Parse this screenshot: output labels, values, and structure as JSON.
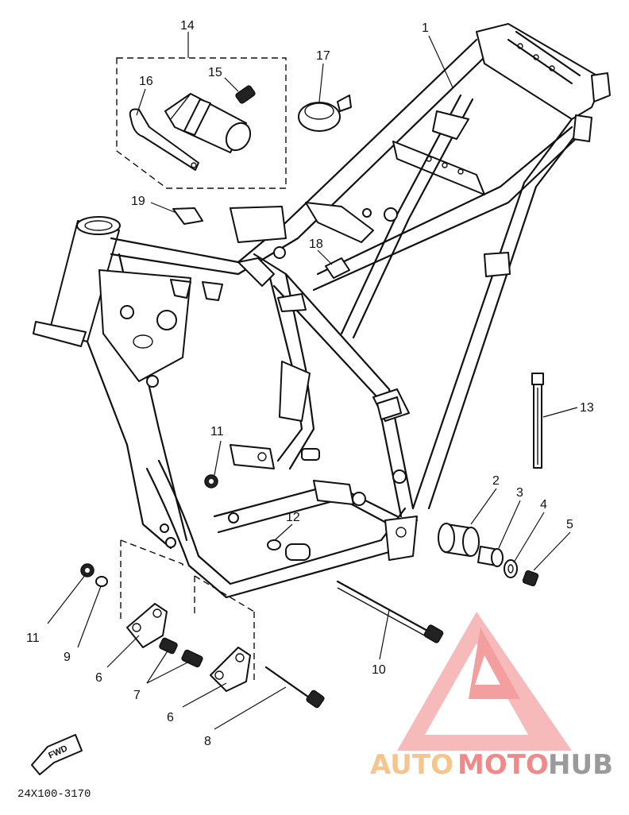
{
  "diagram": {
    "code": "24X100-3170",
    "fwd_label": "FWD",
    "callouts": [
      {
        "id": "c1",
        "text": "1"
      },
      {
        "id": "c2",
        "text": "2"
      },
      {
        "id": "c3",
        "text": "3"
      },
      {
        "id": "c4",
        "text": "4"
      },
      {
        "id": "c5",
        "text": "5"
      },
      {
        "id": "c6a",
        "text": "6"
      },
      {
        "id": "c6b",
        "text": "6"
      },
      {
        "id": "c7",
        "text": "7"
      },
      {
        "id": "c8",
        "text": "8"
      },
      {
        "id": "c9",
        "text": "9"
      },
      {
        "id": "c10",
        "text": "10"
      },
      {
        "id": "c11a",
        "text": "11"
      },
      {
        "id": "c11b",
        "text": "11"
      },
      {
        "id": "c12",
        "text": "12"
      },
      {
        "id": "c13",
        "text": "13"
      },
      {
        "id": "c14",
        "text": "14"
      },
      {
        "id": "c15",
        "text": "15"
      },
      {
        "id": "c16",
        "text": "16"
      },
      {
        "id": "c17",
        "text": "17"
      },
      {
        "id": "c18",
        "text": "18"
      },
      {
        "id": "c19",
        "text": "19"
      }
    ]
  },
  "watermark": {
    "part1": "AUTO",
    "part2": "MOTO",
    "part3": "HUB",
    "colors": {
      "auto": "#f6c58e",
      "moto": "#f08a8a",
      "hub": "#9a9a9a",
      "logo": "#f6a0a0"
    }
  }
}
